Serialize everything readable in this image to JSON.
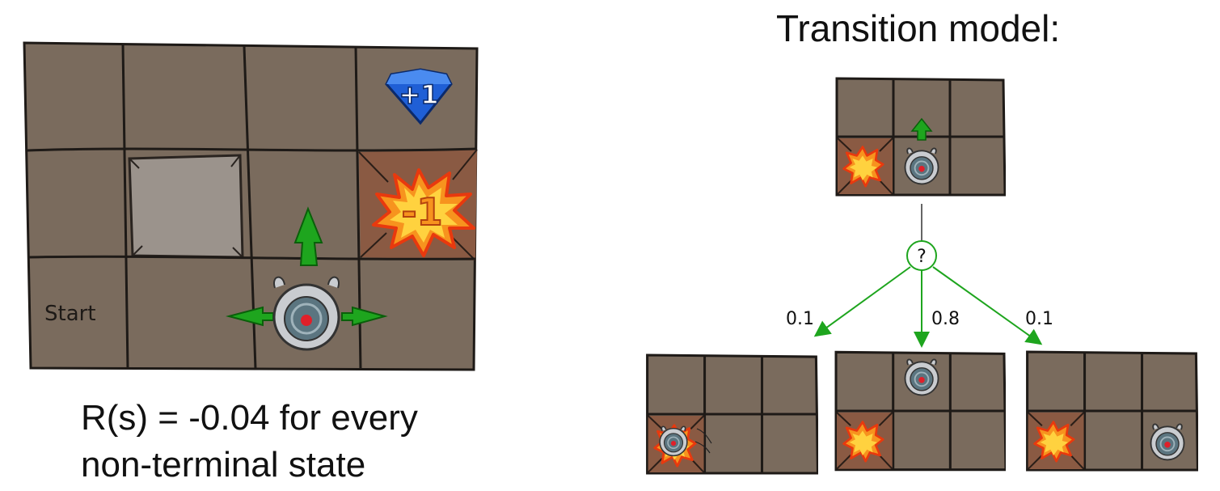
{
  "main_grid": {
    "start_label": "Start",
    "terminal_positive": "+1",
    "terminal_negative": "-1"
  },
  "caption": {
    "line1": "R(s) = -0.04 for every",
    "line2": "non-terminal state"
  },
  "transition_model": {
    "title": "Transition model:",
    "chance_node_label": "?",
    "outcomes": [
      {
        "probability": "0.1"
      },
      {
        "probability": "0.8"
      },
      {
        "probability": "0.1"
      }
    ]
  },
  "colors": {
    "tile": "#7a6b5d",
    "tile_line": "#1e1a17",
    "wall": "#9b938c",
    "fire_tile": "#8a5a43",
    "fire": "#f7931e",
    "arrow_green": "#1ea51e",
    "gem_blue": "#1f5fd6"
  }
}
